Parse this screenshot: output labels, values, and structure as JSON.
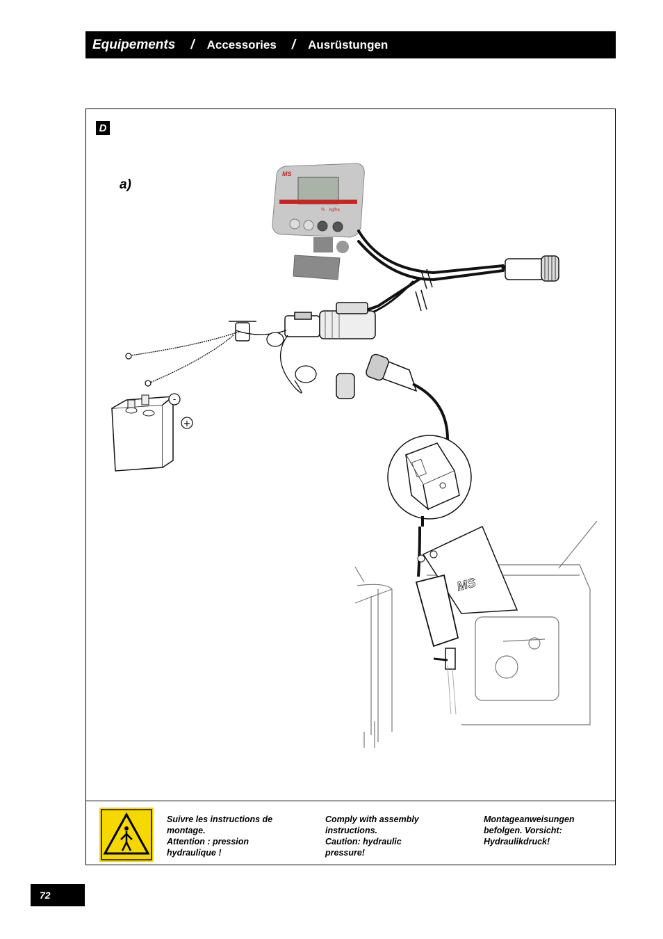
{
  "header": {
    "title_fr": "Equipements",
    "separator": "/",
    "title_en": "Accessories",
    "title_de": "Ausrüstungen"
  },
  "section": {
    "badge": "D",
    "sublabel": "a)"
  },
  "illustration": {
    "monitor_logo": "MS",
    "display_units": [
      "%",
      "kg/ha"
    ],
    "battery_negative": "-",
    "battery_positive": "+",
    "bracket_logo": "MS"
  },
  "footer": {
    "warning_icon": "hydraulic-pressure-warning-icon",
    "fr_line1": "Suivre les instructions de",
    "fr_line2": "montage.",
    "fr_line3": "Attention : pression",
    "fr_line4": "hydraulique !",
    "en_line1": "Comply with assembly",
    "en_line2": "instructions.",
    "en_line3": "Caution: hydraulic",
    "en_line4": "pressure!",
    "de_line1": "Montageanweisungen",
    "de_line2": "befolgen. Vorsicht:",
    "de_line3": "Hydraulikdruck!"
  },
  "page_number": "72",
  "colors": {
    "warning_yellow": "#f4d800",
    "banner": "#000000"
  }
}
